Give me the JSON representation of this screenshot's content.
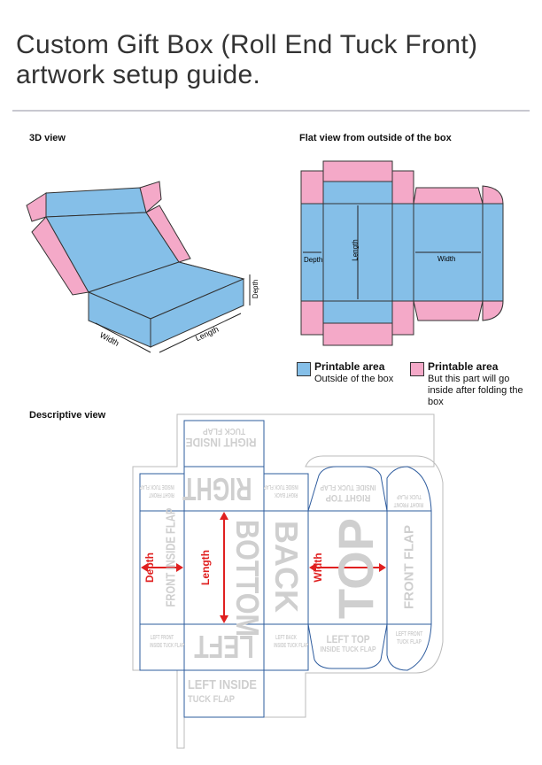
{
  "title": {
    "line1": "Custom Gift Box (Roll End Tuck Front)",
    "line2": "artwork setup guide."
  },
  "sections": {
    "view3d": "3D view",
    "flat": "Flat view from outside of the box",
    "descriptive": "Descriptive view"
  },
  "dimensions": {
    "width": "Width",
    "length": "Length",
    "depth": "Depth"
  },
  "legend": [
    {
      "title": "Printable area",
      "text": "Outside of the box",
      "color": "#85bfe8"
    },
    {
      "title": "Printable area",
      "text": "But this part will go inside after folding the box",
      "color": "#f4a9c8"
    }
  ],
  "panels": {
    "right_inside": "RIGHT INSIDE",
    "right_inside_sub": "TUCK FLAP",
    "right": "RIGHT",
    "bottom": "BOTTOM",
    "left": "LEFT",
    "back": "BACK",
    "top": "TOP",
    "front_flap": "FRONT FLAP",
    "front_inside_flap": "FRONT INSIDE FLAP",
    "right_front": "RIGHT FRONT",
    "right_front_sub": "INSIDE TUCK FLAP",
    "right_back": "RIGHT BACK",
    "right_back_sub": "INSIDE TUCK FLAP",
    "right_top": "RIGHT TOP",
    "right_top_sub": "INSIDE TUCK FLAP",
    "right_front2": "RIGHT FRONT",
    "right_front2_sub": "TUCK FLAP",
    "left_front": "LEFT FRONT",
    "left_front_sub": "INSIDE TUCK FLAP",
    "left_back": "LEFT BACK",
    "left_back_sub": "INSIDE TUCK FLAP",
    "left_top": "LEFT TOP",
    "left_top_sub": "INSIDE TUCK FLAP",
    "left_front2": "LEFT FRONT",
    "left_front2_sub": "TUCK FLAP",
    "left_inside": "LEFT INSIDE",
    "left_inside_sub": "TUCK FLAP"
  },
  "colors": {
    "blue": "#85bfe8",
    "pink": "#f4a9c8",
    "line": "#2e5c9e",
    "arrow": "#e02020",
    "ghost": "#cfcfcf"
  }
}
